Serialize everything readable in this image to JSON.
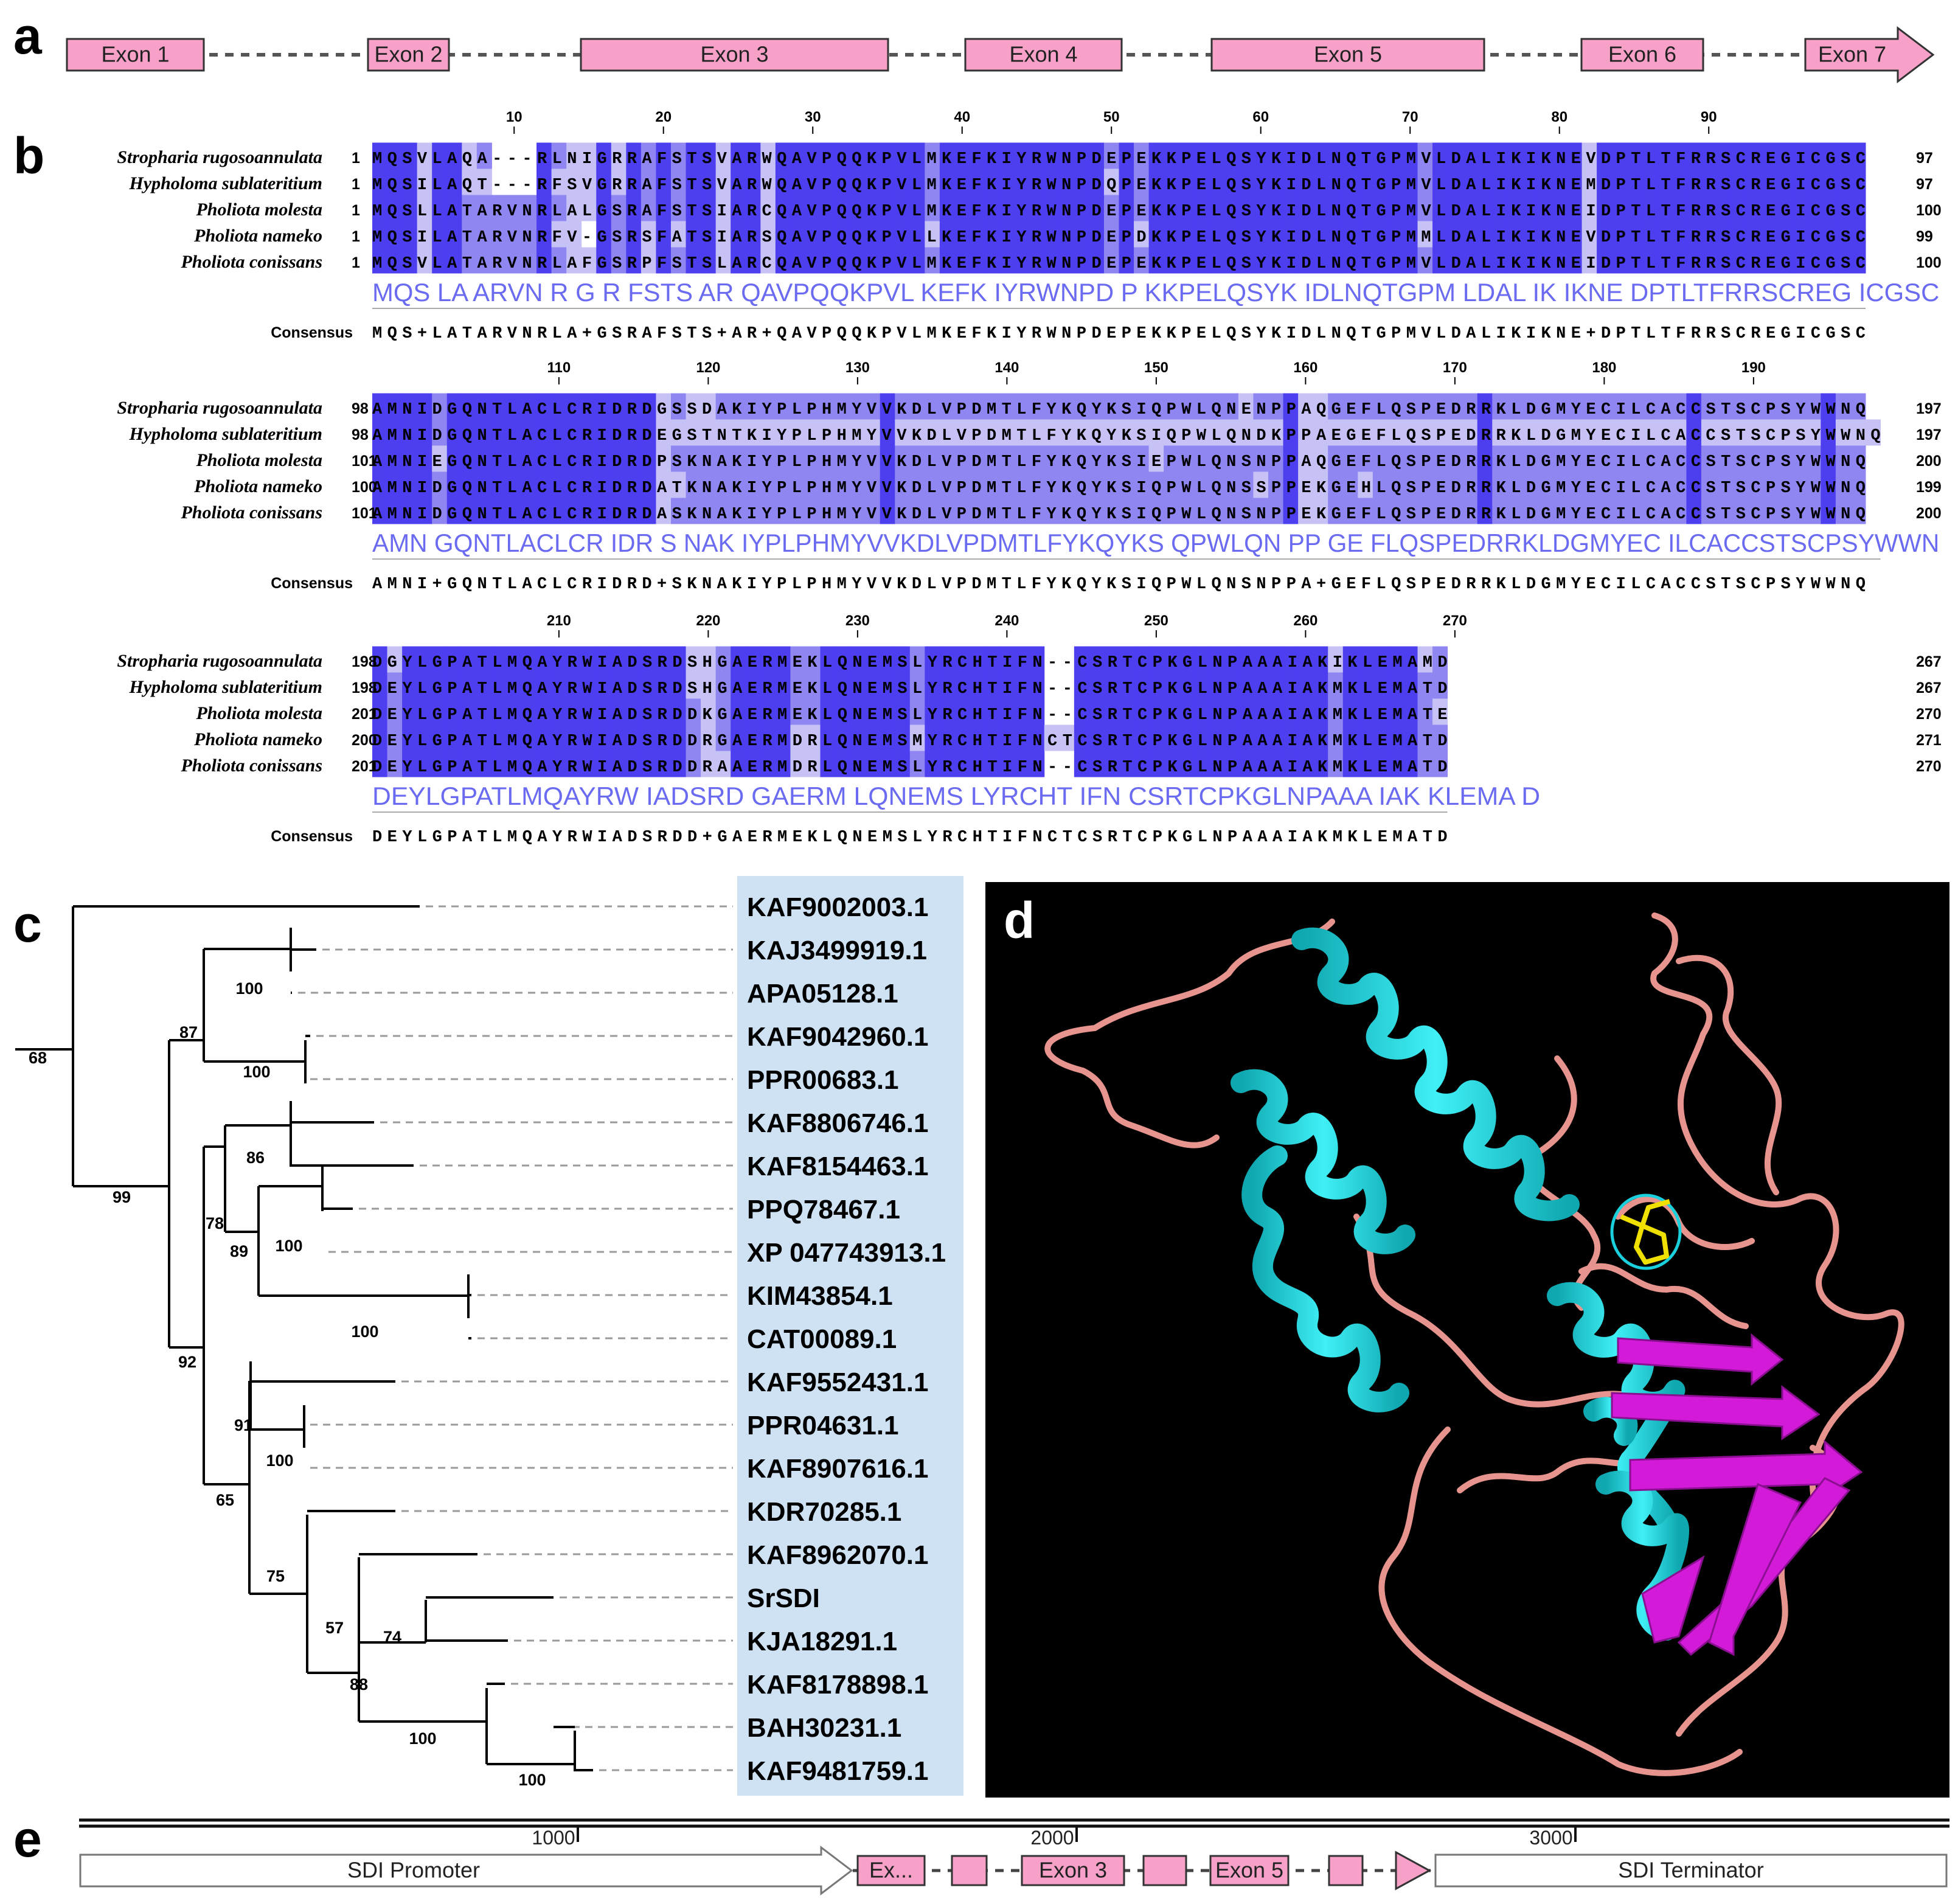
{
  "panel_labels": {
    "a": "a",
    "b": "b",
    "c": "c",
    "d": "d",
    "e": "e"
  },
  "panel_a": {
    "exons": [
      "Exon 1",
      "Exon 2",
      "Exon 3",
      "Exon 4",
      "Exon 5",
      "Exon 6",
      "Exon 7"
    ]
  },
  "panel_b": {
    "species": [
      "Stropharia rugosoannulata",
      "Hypholoma sublateritium",
      "Pholiota molesta",
      "Pholiota nameko",
      "Pholiota conissans"
    ],
    "consensus_label": "Consensus",
    "blocks": [
      {
        "ticks": [
          "10",
          "20",
          "30",
          "40",
          "50",
          "60",
          "70",
          "80",
          "90"
        ],
        "starts": [
          "1",
          "1",
          "1",
          "1",
          "1"
        ],
        "ends": [
          "97",
          "97",
          "100",
          "99",
          "100"
        ],
        "rows": [
          "MQSVLAQA---RLNIGRRAFSTSVARWQAVPQQKPVLMKEFKIYRWNPDEPEKKPELQSYKIDLNQTGPMVLDALIKIKNEVDPTLTFRRSCREGICGSC",
          "MQSILAQT---RFSVGRRAFSTSVARWQAVPQQKPVLMKEFKIYRWNPDQPEKKPELQSYKIDLNQTGPMVLDALIKIKNEMDPTLTFRRSCREGICGSC",
          "MQSLLATARVNRLALGSRAFSTSIARCQAVPQQKPVLMKEFKIYRWNPDEPEKKPELQSYKIDLNQTGPMVLDALIKIKNEIDPTLTFRRSCREGICGSC",
          "MQSILATARVNRFV-GSRSFATSIARSQAVPQQKPVLLKEFKIYRWNPDEPDKKPELQSYKIDLNQTGPMMLDALIKIKNEVDPTLTFRRSCREGICGSC",
          "MQSVLATARVNRLAFGSRPFSTSLARCQAVPQQKPVLMKEFKIYRWNPDEPEKKPELQSYKIDLNQTGPMVLDALIKIKNEIDPTLTFRRSCREGICGSC"
        ],
        "logo": "MQS LA ARVN R  G R FSTS AR QAVPQQKPVL KEFK IYRWNPD P  KKPELQSYK IDLNQTGPM LDAL IK IKNE DPTLTFRRSCREG ICGSC",
        "consensus": "MQS+LATARVNRLA+GSRAFSTS+AR+QAVPQQKPVLMKEFKIYRWNPDEPEKKPELQSYKIDLNQTGPMVLDALIKIKNE+DPTLTFRRSCREGICGSC"
      },
      {
        "ticks": [
          "110",
          "120",
          "130",
          "140",
          "150",
          "160",
          "170",
          "180",
          "190"
        ],
        "starts": [
          "98",
          "98",
          "101",
          "100",
          "101"
        ],
        "ends": [
          "197",
          "197",
          "200",
          "199",
          "200"
        ],
        "rows": [
          "AMNIDGQNTLACLCRIDRDGSSDAKIYPLPHMYVVKDLVPDMTLFYKQYKSIQPWLQNENPPAQGEFLQSPEDRRKLDGMYECILCACCSTSCPSYWWNQ",
          "AMNIDGQNTLACLCRIDRDEGSTNTKIYPLPHMYVVKDLVPDMTLFYKQYKSIQPWLQNDKPPAEGEFLQSPEDRRKLDGMYECILCACCSTSCPSYWWNQ",
          "AMNIEGQNTLACLCRIDRDPSKNAKIYPLPHMYVVKDLVPDMTLFYKQYKSIEPWLQNSNPPAQGEFLQSPEDRRKLDGMYECILCACCSTSCPSYWWNQ",
          "AMNIDGQNTLACLCRIDRDATKNAKIYPLPHMYVVKDLVPDMTLFYKQYKSIQPWLQNSSPPEKGEHLQSPEDRRKLDGMYECILCACCSTSCPSYWWNQ",
          "AMNIDGQNTLACLCRIDRDASKNAKIYPLPHMYVVKDLVPDMTLFYKQYKSIQPWLQNSNPPEKGEFLQSPEDRRKLDGMYECILCACCSTSCPSYWWNQ"
        ],
        "logo": "AMN  GQNTLACLCR IDR  S NAK IYPLPHMYVVKDLVPDMTLFYKQYKS  QPWLQN   PP   GE FLQSPEDRRKLDGMYEC ILCACCSTSCPSYWWN",
        "consensus": "AMNI+GQNTLACLCRIDRD+SKNAKIYPLPHMYVVKDLVPDMTLFYKQYKSIQPWLQNSNPPA+GEFLQSPEDRRKLDGMYECILCACCSTSCPSYWWNQ"
      },
      {
        "ticks": [
          "210",
          "220",
          "230",
          "240",
          "250",
          "260",
          "270"
        ],
        "starts": [
          "198",
          "198",
          "201",
          "200",
          "201"
        ],
        "ends": [
          "267",
          "267",
          "270",
          "271",
          "270"
        ],
        "rows": [
          "DGYLGPATLMQAYRWIADSRDSHGAERMEKLQNEMSLYRCHTIFN--CSRTCPKGLNPAAAIAKIKLEMAMD",
          "DEYLGPATLMQAYRWIADSRDSHGAERMEKLQNEMSLYRCHTIFN--CSRTCPKGLNPAAAIAKMKLEMATD",
          "DEYLGPATLMQAYRWIADSRDDKGAERMEKLQNEMSLYRCHTIFN--CSRTCPKGLNPAAAIAKMKLEMATE",
          "DEYLGPATLMQAYRWIADSRDDRGAERMDRLQNEMSMYRCHTIFNCTCSRTCPKGLNPAAAIAKMKLEMATD",
          "DEYLGPATLMQAYRWIADSRDDRAAERMDRLQNEMSLYRCHTIFN--CSRTCPKGLNPAAAIAKMKLEMATD"
        ],
        "logo": "DEYLGPATLMQAYRW IADSRD   GAERM  LQNEMS LYRCHT IFN   CSRTCPKGLNPAAA IAK  KLEMA D",
        "consensus": "DEYLGPATLMQAYRWIADSRDD+GAERMEKLQNEMSLYRCHTIFNCTCSRTCPKGLNPAAAIAKMKLEMATD"
      }
    ]
  },
  "panel_c": {
    "leaves": [
      "KAF9002003.1",
      "KAJ3499919.1",
      "APA05128.1",
      "KAF9042960.1",
      "PPR00683.1",
      "KAF8806746.1",
      "KAF8154463.1",
      "PPQ78467.1",
      "XP 047743913.1",
      "KIM43854.1",
      "CAT00089.1",
      "KAF9552431.1",
      "PPR04631.1",
      "KAF8907616.1",
      "KDR70285.1",
      "KAF8962070.1",
      "SrSDI",
      "KJA18291.1",
      "KAF8178898.1",
      "BAH30231.1",
      "KAF9481759.1"
    ],
    "highlight_leaf": "SrSDI",
    "highlight_color": "#e8412f",
    "leaf_panel_color": "#cfe2f3",
    "bootstrap": [
      "68",
      "99",
      "87",
      "100",
      "100",
      "86",
      "78",
      "100",
      "89",
      "100",
      "92",
      "91",
      "100",
      "65",
      "75",
      "57",
      "74",
      "88",
      "100",
      "100"
    ]
  },
  "panel_d": {
    "description_colors": {
      "background": "#000000",
      "helix": "#22d3dc",
      "sheet": "#d21ad8",
      "coil": "#e8948e",
      "ligand": "#f0e000"
    }
  },
  "panel_e": {
    "ruler_ticks": [
      "1000",
      "2000",
      "3000"
    ],
    "promoter_label": "SDI Promoter",
    "terminator_label": "SDI Terminator",
    "exon_labels": [
      "Ex...",
      "Exon 3",
      "Exon 5"
    ]
  }
}
